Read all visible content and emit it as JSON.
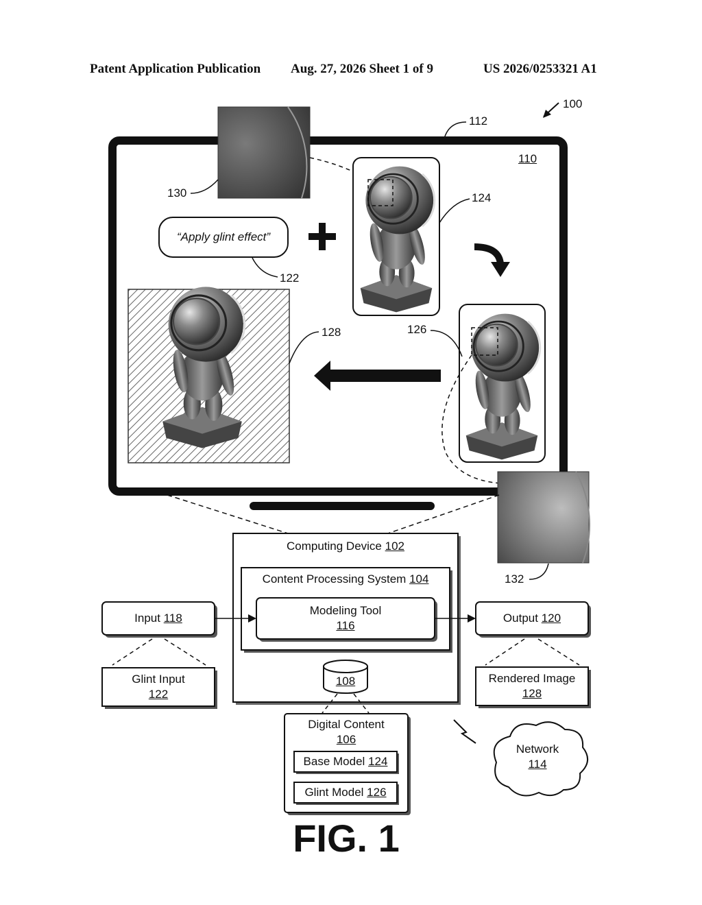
{
  "header": {
    "left": "Patent Application Publication",
    "middle": "Aug. 27, 2026  Sheet 1 of 9",
    "right": "US 2026/0253321 A1"
  },
  "figure_label": "FIG. 1",
  "refs": {
    "r100": "100",
    "r112": "112",
    "r110": "110",
    "r130": "130",
    "r124": "124",
    "r122": "122",
    "r126": "126",
    "r128": "128",
    "r132": "132"
  },
  "prompt_bubble": "“Apply glint effect”",
  "boxes": {
    "computing_device": {
      "label": "Computing Device",
      "num": "102"
    },
    "content_processing": {
      "label": "Content Processing System",
      "num": "104"
    },
    "modeling_tool": {
      "label": "Modeling Tool",
      "num": "116"
    },
    "storage": {
      "num": "108"
    },
    "input": {
      "label": "Input",
      "num": "118"
    },
    "output": {
      "label": "Output",
      "num": "120"
    },
    "glint_input": {
      "label": "Glint Input",
      "num": "122"
    },
    "rendered_image": {
      "label": "Rendered Image",
      "num": "128"
    },
    "digital_content": {
      "label": "Digital Content",
      "num": "106"
    },
    "base_model": {
      "label": "Base Model",
      "num": "124"
    },
    "glint_model": {
      "label": "Glint Model",
      "num": "126"
    },
    "network": {
      "label": "Network",
      "num": "114"
    }
  }
}
